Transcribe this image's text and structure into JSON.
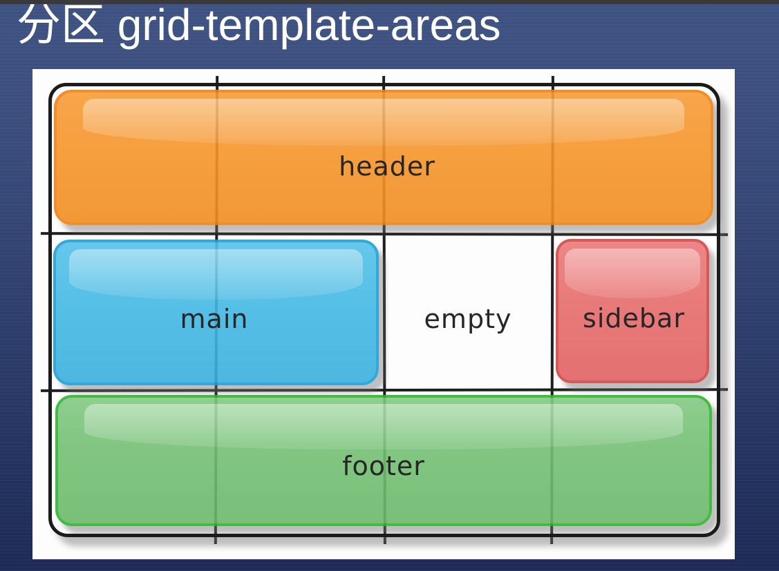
{
  "slide": {
    "title": "分区 grid-template-areas",
    "title_color": "#ffffff",
    "background_top_color": "#3f5383",
    "background_bottom_color": "#1d2a56",
    "topbar_color": "#3a3a3c",
    "panel_color": "#fdfdfd"
  },
  "diagram": {
    "type": "css-grid-template-areas-illustration",
    "grid": {
      "columns": 4,
      "rows": 3,
      "line_color": "#1f1f1f",
      "frame_color": "#1b1b1b",
      "shadow_color": "#9a9a9a"
    },
    "areas": [
      {
        "name": "header",
        "label": "header",
        "fill": "#f6952b",
        "border": "#ee8314",
        "row": 1,
        "col_start": 1,
        "col_end": 4
      },
      {
        "name": "main",
        "label": "main",
        "fill": "#44b9e4",
        "border": "#1ba0d8",
        "row": 2,
        "col_start": 1,
        "col_end": 2
      },
      {
        "name": "empty",
        "label": "empty",
        "fill": "#ffffff",
        "border": null,
        "row": 2,
        "col_start": 3,
        "col_end": 3
      },
      {
        "name": "sidebar",
        "label": "sidebar",
        "fill": "#e76c6c",
        "border": "#d14848",
        "row": 2,
        "col_start": 4,
        "col_end": 4
      },
      {
        "name": "footer",
        "label": "footer",
        "fill": "#74bf74",
        "border": "#31b531",
        "row": 3,
        "col_start": 1,
        "col_end": 4
      }
    ]
  }
}
